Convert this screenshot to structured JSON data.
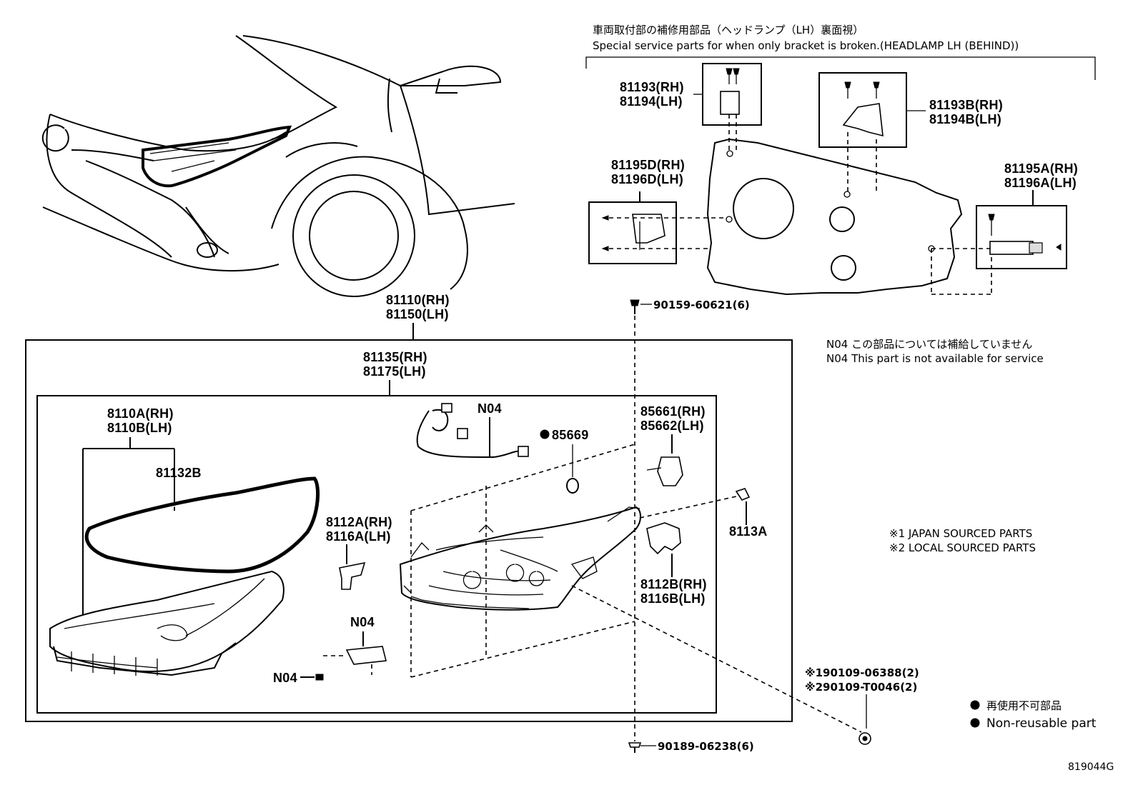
{
  "header": {
    "jp": "車両取付部の補修用部品（ヘッドランプ（LH）裏面視）",
    "en": "Special service parts for when only bracket is broken.(HEADLAMP LH (BEHIND))"
  },
  "parts": {
    "p81193": [
      "81193(RH)",
      "81194(LH)"
    ],
    "p81193B": [
      "81193B(RH)",
      "81194B(LH)"
    ],
    "p81195D": [
      "81195D(RH)",
      "81196D(LH)"
    ],
    "p81195A": [
      "81195A(RH)",
      "81196A(LH)"
    ],
    "p81110": [
      "81110(RH)",
      "81150(LH)"
    ],
    "p81135": [
      "81135(RH)",
      "81175(LH)"
    ],
    "p8110A": [
      "8110A(RH)",
      "8110B(LH)"
    ],
    "p81132B": "81132B",
    "p8112A": [
      "8112A(RH)",
      "8116A(LH)"
    ],
    "p85661": [
      "85661(RH)",
      "85662(LH)"
    ],
    "p85669": "85669",
    "p8113A": "8113A",
    "p8112B": [
      "8112B(RH)",
      "8116B(LH)"
    ],
    "n04_wire": "N04",
    "n04_module": "N04",
    "n04_screw": "N04",
    "bolt_top": "90159-60621(6)",
    "bolt_bottom": "90189-06238(6)",
    "screw_japan": "※190109-06388(2)",
    "screw_local": "※290109-T0046(2)"
  },
  "notes": {
    "n04_jp": "N04 この部品については補給していません",
    "n04_en": "N04 This part is not available for service",
    "japan_sourced": "※1 JAPAN SOURCED PARTS",
    "local_sourced": "※2 LOCAL SOURCED PARTS",
    "non_reusable_jp": "再使用不可部品",
    "non_reusable_en": "Non-reusable part"
  },
  "figure_id": "819044G"
}
